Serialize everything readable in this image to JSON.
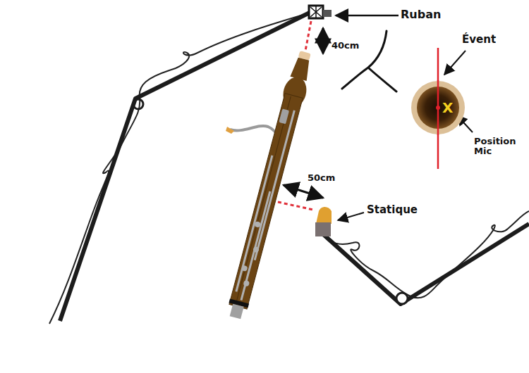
{
  "diagram": {
    "nodes": [
      {
        "text": [
          "X"
        ]
      }
    ],
    "labels": [
      "Ruban",
      "40cm",
      "Évent",
      "Position Mic",
      "50cm",
      "Statique"
    ]
  }
}
